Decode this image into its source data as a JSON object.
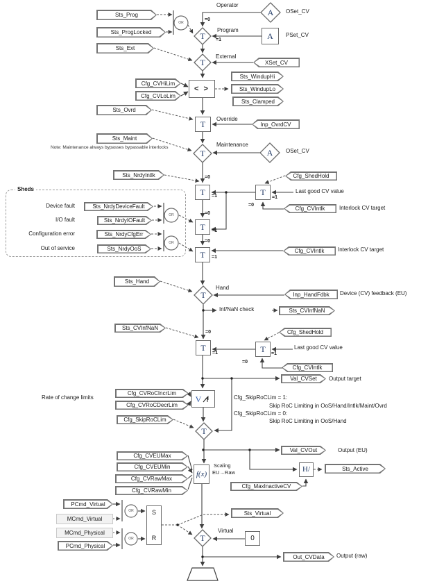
{
  "tags": {
    "sts_prog": "Sts_Prog",
    "sts_proglocked": "Sts_ProgLocked",
    "sts_ext": "Sts_Ext",
    "cfg_cvhilim": "Cfg_CVHiLim",
    "cfg_cvlolim": "Cfg_CVLoLim",
    "sts_winduphi": "Sts_WindupHi",
    "sts_winduplo": "Sts_WindupLo",
    "sts_clamped": "Sts_Clamped",
    "sts_ovrd": "Sts_Ovrd",
    "inp_ovrdcv": "Inp_OvrdCV",
    "sts_maint": "Sts_Maint",
    "xset_cv": "XSet_CV",
    "sts_nrdyintlk": "Sts_NrdyIntlk",
    "cfg_shedhold": "Cfg_ShedHold",
    "cfg_cvintlk": "Cfg_CVIntlk",
    "sts_nrdydevicefault": "Sts_NrdyDeviceFault",
    "sts_nrdyiofault": "Sts_NrdyIOFault",
    "sts_nrdycfgerr": "Sts_NrdyCfgErr",
    "sts_nrdyoos": "Sts_NrdyOoS",
    "sts_hand": "Sts_Hand",
    "inp_handfdbk": "Inp_HandFdbk",
    "sts_cvinfnan": "Sts_CVInfNaN",
    "val_cvset": "Val_CVSet",
    "cfg_cvrocincrlim": "Cfg_CVRoCIncrLim",
    "cfg_cvrocdecrlim": "Cfg_CVRoCDecrLim",
    "cfg_skiproclim": "Cfg_SkipRoCLim",
    "val_cvout": "Val_CVOut",
    "cfg_cveumax": "Cfg_CVEUMax",
    "cfg_cveumin": "Cfg_CVEUMin",
    "cfg_cvrawmax": "Cfg_CVRawMax",
    "cfg_cvrawmin": "Cfg_CVRawMin",
    "cfg_maxinactivecv": "Cfg_MaxInactiveCV",
    "sts_active": "Sts_Active",
    "pcmd_virtual": "PCmd_Virtual",
    "mcmd_virtual": "MCmd_Virtual",
    "mcmd_physical": "MCmd_Physical",
    "pcmd_physical": "PCmd_Physical",
    "sts_virtual": "Sts_Virtual",
    "out_cvdata": "Out_CVData"
  },
  "labels": {
    "operator": "Operator",
    "program": "Program",
    "external": "External",
    "override": "Override",
    "maintenance": "Maintenance",
    "hand": "Hand",
    "virtual": "Virtual",
    "eq0": "=0",
    "eq1": "=1",
    "or": "OR",
    "oset_cv": "OSet_CV",
    "pset_cv": "PSet_CV",
    "note": "Note: Maintenance always bypasses bypassable interlocks",
    "sheds": "Sheds",
    "device_fault": "Device fault",
    "io_fault": "I/O fault",
    "config_error": "Configuration error",
    "out_of_service": "Out of service",
    "last_good": "Last good CV value",
    "interlock_target": "Interlock CV target",
    "infnan_check": "Inf/NaN check",
    "output_target": "Output target",
    "output_eu": "Output (EU)",
    "output_raw": "Output (raw)",
    "device_feedback": "Device (CV) feedback (EU)",
    "rate_of_change": "Rate of change limits",
    "skip1_head": "Cfg_SkipRoCLim = 1:",
    "skip1_body": "Skip RoC Limiting in OoS/Hand/Intlk/Maint/Ovrd",
    "skip0_head": "Cfg_SkipRoCLim = 0:",
    "skip0_body": "Skip RoC Limiting in OoS/Hand",
    "scaling1": "Scaling",
    "scaling2": "EU→Raw",
    "zero": "0",
    "s": "S",
    "r": "R",
    "a": "A",
    "t": "T",
    "v": "V",
    "fx": "f(x)",
    "hdiv": "H/",
    "clamp": "< >"
  },
  "colors": {
    "line": "#3f3f3f",
    "tag_border": "#737373",
    "letter_navy": "#1f3864",
    "letter_blue": "#2e5aa8",
    "cmd_fill": "#f2f2f2"
  }
}
